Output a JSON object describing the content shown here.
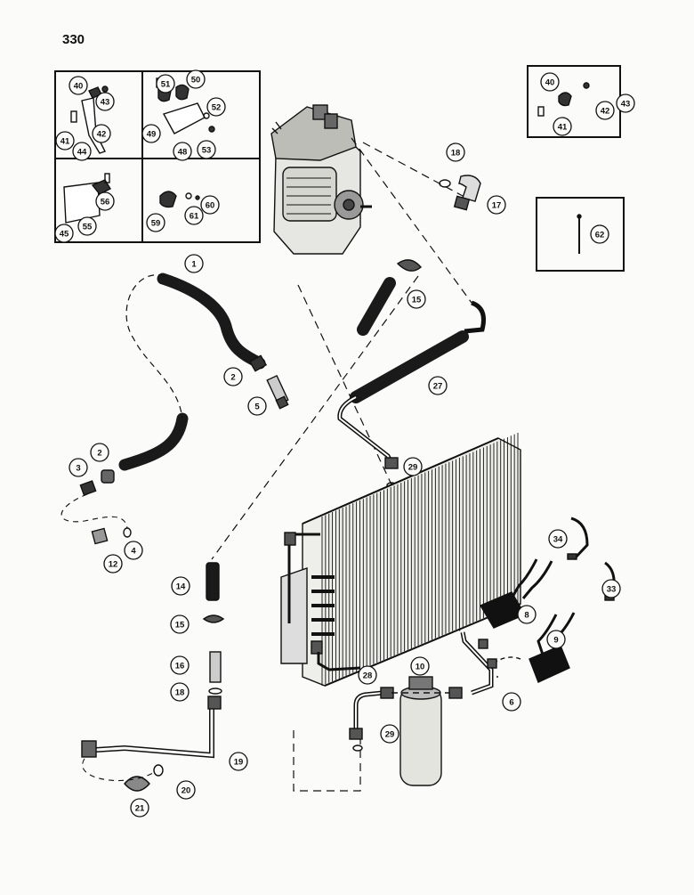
{
  "page_number": "330",
  "inset_boxes": {
    "top_left": [
      [
        "40",
        "43",
        "41",
        "42",
        "44"
      ],
      [
        "51",
        "50",
        "49",
        "52",
        "48",
        "53"
      ],
      [
        "45",
        "56",
        "55"
      ],
      [
        "59",
        "61",
        "60"
      ]
    ],
    "top_right": [
      "40",
      "42",
      "43",
      "41"
    ],
    "right_small": [
      "62"
    ]
  },
  "callouts": [
    "1",
    "2",
    "2",
    "3",
    "4",
    "5",
    "6",
    "8",
    "9",
    "10",
    "12",
    "14",
    "15",
    "15",
    "16",
    "17",
    "18",
    "18",
    "19",
    "20",
    "21",
    "27",
    "28",
    "29",
    "29",
    "33",
    "34"
  ],
  "colors": {
    "ink": "#111111",
    "paper": "#fbfbf9",
    "hose": "#1a1a1a"
  }
}
